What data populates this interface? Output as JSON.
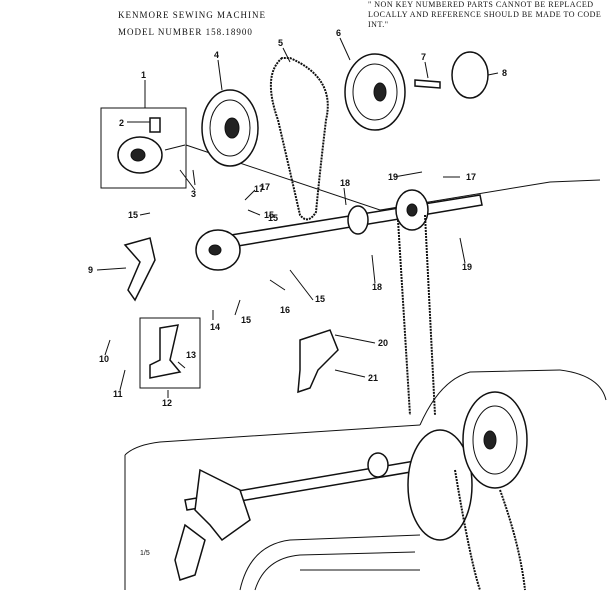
{
  "header": {
    "title_line1": "KENMORE SEWING MACHINE",
    "title_line2": "MODEL NUMBER 158.18900",
    "note": "\" NON KEY NUMBERED PARTS CANNOT BE REPLACED LOCALLY AND REFERENCE SHOULD BE MADE TO CODE INT.\""
  },
  "page_code": "1/5",
  "callouts": [
    "1",
    "2",
    "3",
    "4",
    "5",
    "6",
    "7",
    "8",
    "9",
    "10",
    "11",
    "12",
    "13",
    "14",
    "15",
    "15",
    "15",
    "15",
    "15",
    "16",
    "17",
    "17",
    "17",
    "18",
    "18",
    "19",
    "19",
    "20",
    "21"
  ],
  "colors": {
    "ink": "#111111",
    "paper": "#ffffff"
  }
}
